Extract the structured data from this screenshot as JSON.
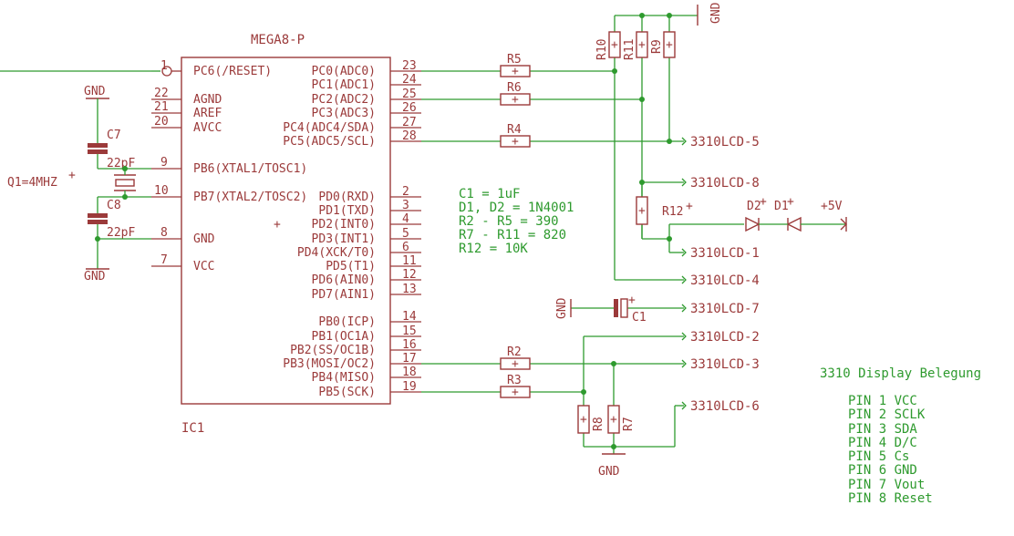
{
  "ic": {
    "name": "MEGA8-P",
    "ref": "IC1",
    "left_pins": [
      {
        "num": "1",
        "label": "PC6(/RESET)"
      },
      {
        "num": "22",
        "label": "AGND"
      },
      {
        "num": "21",
        "label": "AREF"
      },
      {
        "num": "20",
        "label": "AVCC"
      },
      {
        "num": "9",
        "label": "PB6(XTAL1/TOSC1)"
      },
      {
        "num": "10",
        "label": "PB7(XTAL2/TOSC2)"
      },
      {
        "num": "8",
        "label": "GND"
      },
      {
        "num": "7",
        "label": "VCC"
      }
    ],
    "right_pins": [
      {
        "num": "23",
        "label": "PC0(ADC0)"
      },
      {
        "num": "24",
        "label": "PC1(ADC1)"
      },
      {
        "num": "25",
        "label": "PC2(ADC2)"
      },
      {
        "num": "26",
        "label": "PC3(ADC3)"
      },
      {
        "num": "27",
        "label": "PC4(ADC4/SDA)"
      },
      {
        "num": "28",
        "label": "PC5(ADC5/SCL)"
      },
      {
        "num": "2",
        "label": "PD0(RXD)"
      },
      {
        "num": "3",
        "label": "PD1(TXD)"
      },
      {
        "num": "4",
        "label": "PD2(INT0)"
      },
      {
        "num": "5",
        "label": "PD3(INT1)"
      },
      {
        "num": "6",
        "label": "PD4(XCK/T0)"
      },
      {
        "num": "11",
        "label": "PD5(T1)"
      },
      {
        "num": "12",
        "label": "PD6(AIN0)"
      },
      {
        "num": "13",
        "label": "PD7(AIN1)"
      },
      {
        "num": "14",
        "label": "PB0(ICP)"
      },
      {
        "num": "15",
        "label": "PB1(OC1A)"
      },
      {
        "num": "16",
        "label": "PB2(SS/OC1B)"
      },
      {
        "num": "17",
        "label": "PB3(MOSI/OC2)"
      },
      {
        "num": "18",
        "label": "PB4(MISO)"
      },
      {
        "num": "19",
        "label": "PB5(SCK)"
      }
    ]
  },
  "labels": {
    "c7": "C7",
    "c8": "C8",
    "c1": "C1",
    "c7_val": "22pF",
    "c8_val": "22pF",
    "q1": "Q1=4MHZ",
    "gnd": "GND",
    "r2": "R2",
    "r3": "R3",
    "r4": "R4",
    "r5": "R5",
    "r6": "R6",
    "r7": "R7",
    "r8": "R8",
    "r9": "R9",
    "r10": "R10",
    "r11": "R11",
    "r12": "R12",
    "d1": "D1",
    "d2": "D2",
    "vcc": "+5V"
  },
  "lcd_nets": [
    "3310LCD-5",
    "3310LCD-8",
    "3310LCD-1",
    "3310LCD-4",
    "3310LCD-7",
    "3310LCD-2",
    "3310LCD-3",
    "3310LCD-6"
  ],
  "notes": [
    "C1 = 1uF",
    "D1, D2 = 1N4001",
    "R2 - R5 = 390",
    "R7 - R11 = 820",
    "R12 = 10K"
  ],
  "pinout": {
    "title": "3310 Display Belegung",
    "lines": [
      "PIN 1 VCC",
      "PIN 2 SCLK",
      "PIN 3 SDA",
      "PIN 4 D/C",
      "PIN 5 Cs",
      "PIN 6 GND",
      "PIN 7 Vout",
      "PIN 8 Reset"
    ]
  }
}
